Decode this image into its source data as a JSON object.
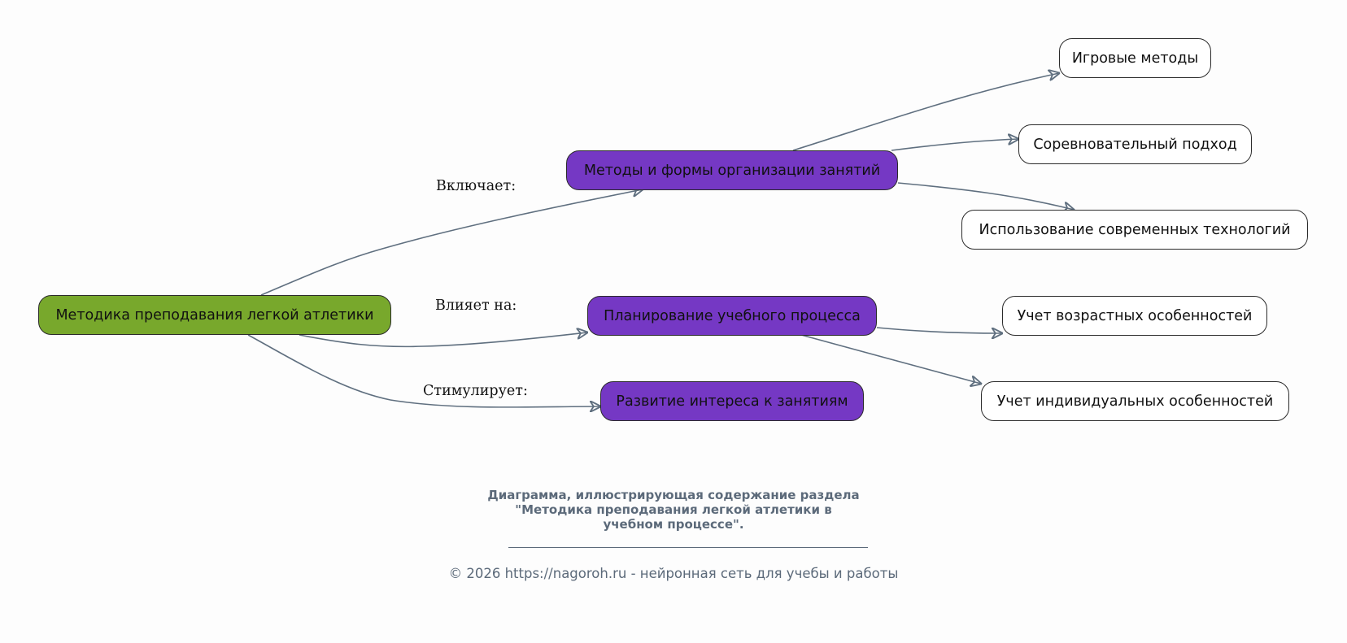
{
  "diagram": {
    "root": {
      "id": "root",
      "label": "Методика преподавания легкой атлетики"
    },
    "branches": [
      {
        "id": "methods",
        "label": "Методы и формы организации занятий",
        "edge_label": "Включает:",
        "children": [
          {
            "id": "game",
            "label": "Игровые методы"
          },
          {
            "id": "competitive",
            "label": "Соревновательный подход"
          },
          {
            "id": "tech",
            "label": "Использование современных технологий"
          }
        ]
      },
      {
        "id": "planning",
        "label": "Планирование учебного процесса",
        "edge_label": "Влияет на:",
        "children": [
          {
            "id": "age",
            "label": "Учет возрастных особенностей"
          },
          {
            "id": "individual",
            "label": "Учет индивидуальных особенностей"
          }
        ]
      },
      {
        "id": "interest",
        "label": "Развитие интереса к занятиям",
        "edge_label": "Стимулирует:",
        "children": []
      }
    ]
  },
  "colors": {
    "root_fill": "#78a82c",
    "branch_fill": "#7538c4",
    "leaf_fill": "#ffffff",
    "edge": "#5f6f7f",
    "caption": "#5c6a7a"
  },
  "caption": {
    "lines": [
      "Диаграмма, иллюстрирующая содержание раздела",
      "\"Методика преподавания легкой атлетики в",
      "учебном процессе\"."
    ]
  },
  "footer": {
    "prefix": "© 2026 ",
    "link": "https://nagoroh.ru",
    "suffix": " - нейронная сеть для учебы и работы"
  }
}
